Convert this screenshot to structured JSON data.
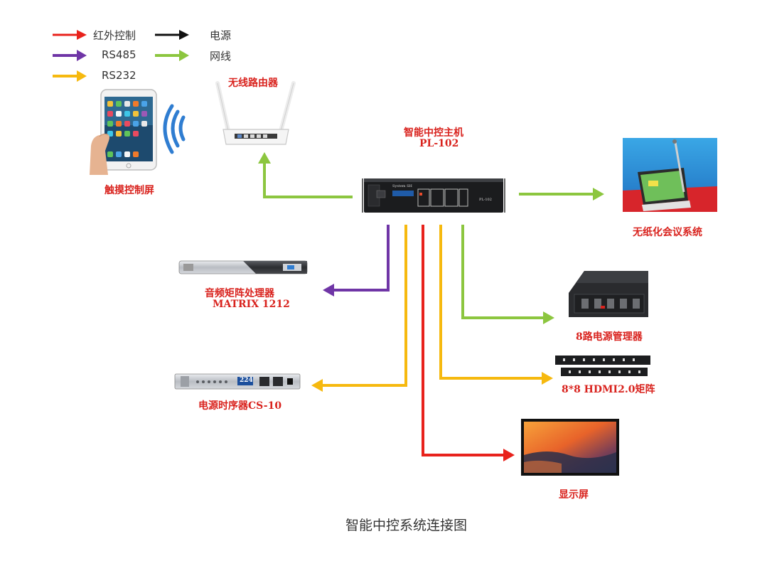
{
  "legend": [
    {
      "label": "红外控制",
      "color": "#e8221c"
    },
    {
      "label": "电源",
      "color": "#111111"
    },
    {
      "label": "RS485",
      "color": "#6f35a6"
    },
    {
      "label": "网线",
      "color": "#8cc63f"
    },
    {
      "label": "RS232",
      "color": "#f6b90f"
    }
  ],
  "devices": {
    "tablet": "触摸控制屏",
    "router": "无线路由器",
    "host_name": "智能中控主机",
    "host_model": "PL-102",
    "host_panel_left": "System SH",
    "host_panel_right": "PL-102",
    "conference": "无纸化会议系统",
    "audio_matrix_name": "音频矩阵处理器",
    "audio_matrix_model": "MATRIX 1212",
    "power_manager": "8路电源管理器",
    "hdmi_matrix": "8*8 HDMI2.0矩阵",
    "sequencer": "电源时序器CS-10",
    "sequencer_display": "224",
    "display": "显示屏"
  },
  "caption": "智能中控系统连接图"
}
